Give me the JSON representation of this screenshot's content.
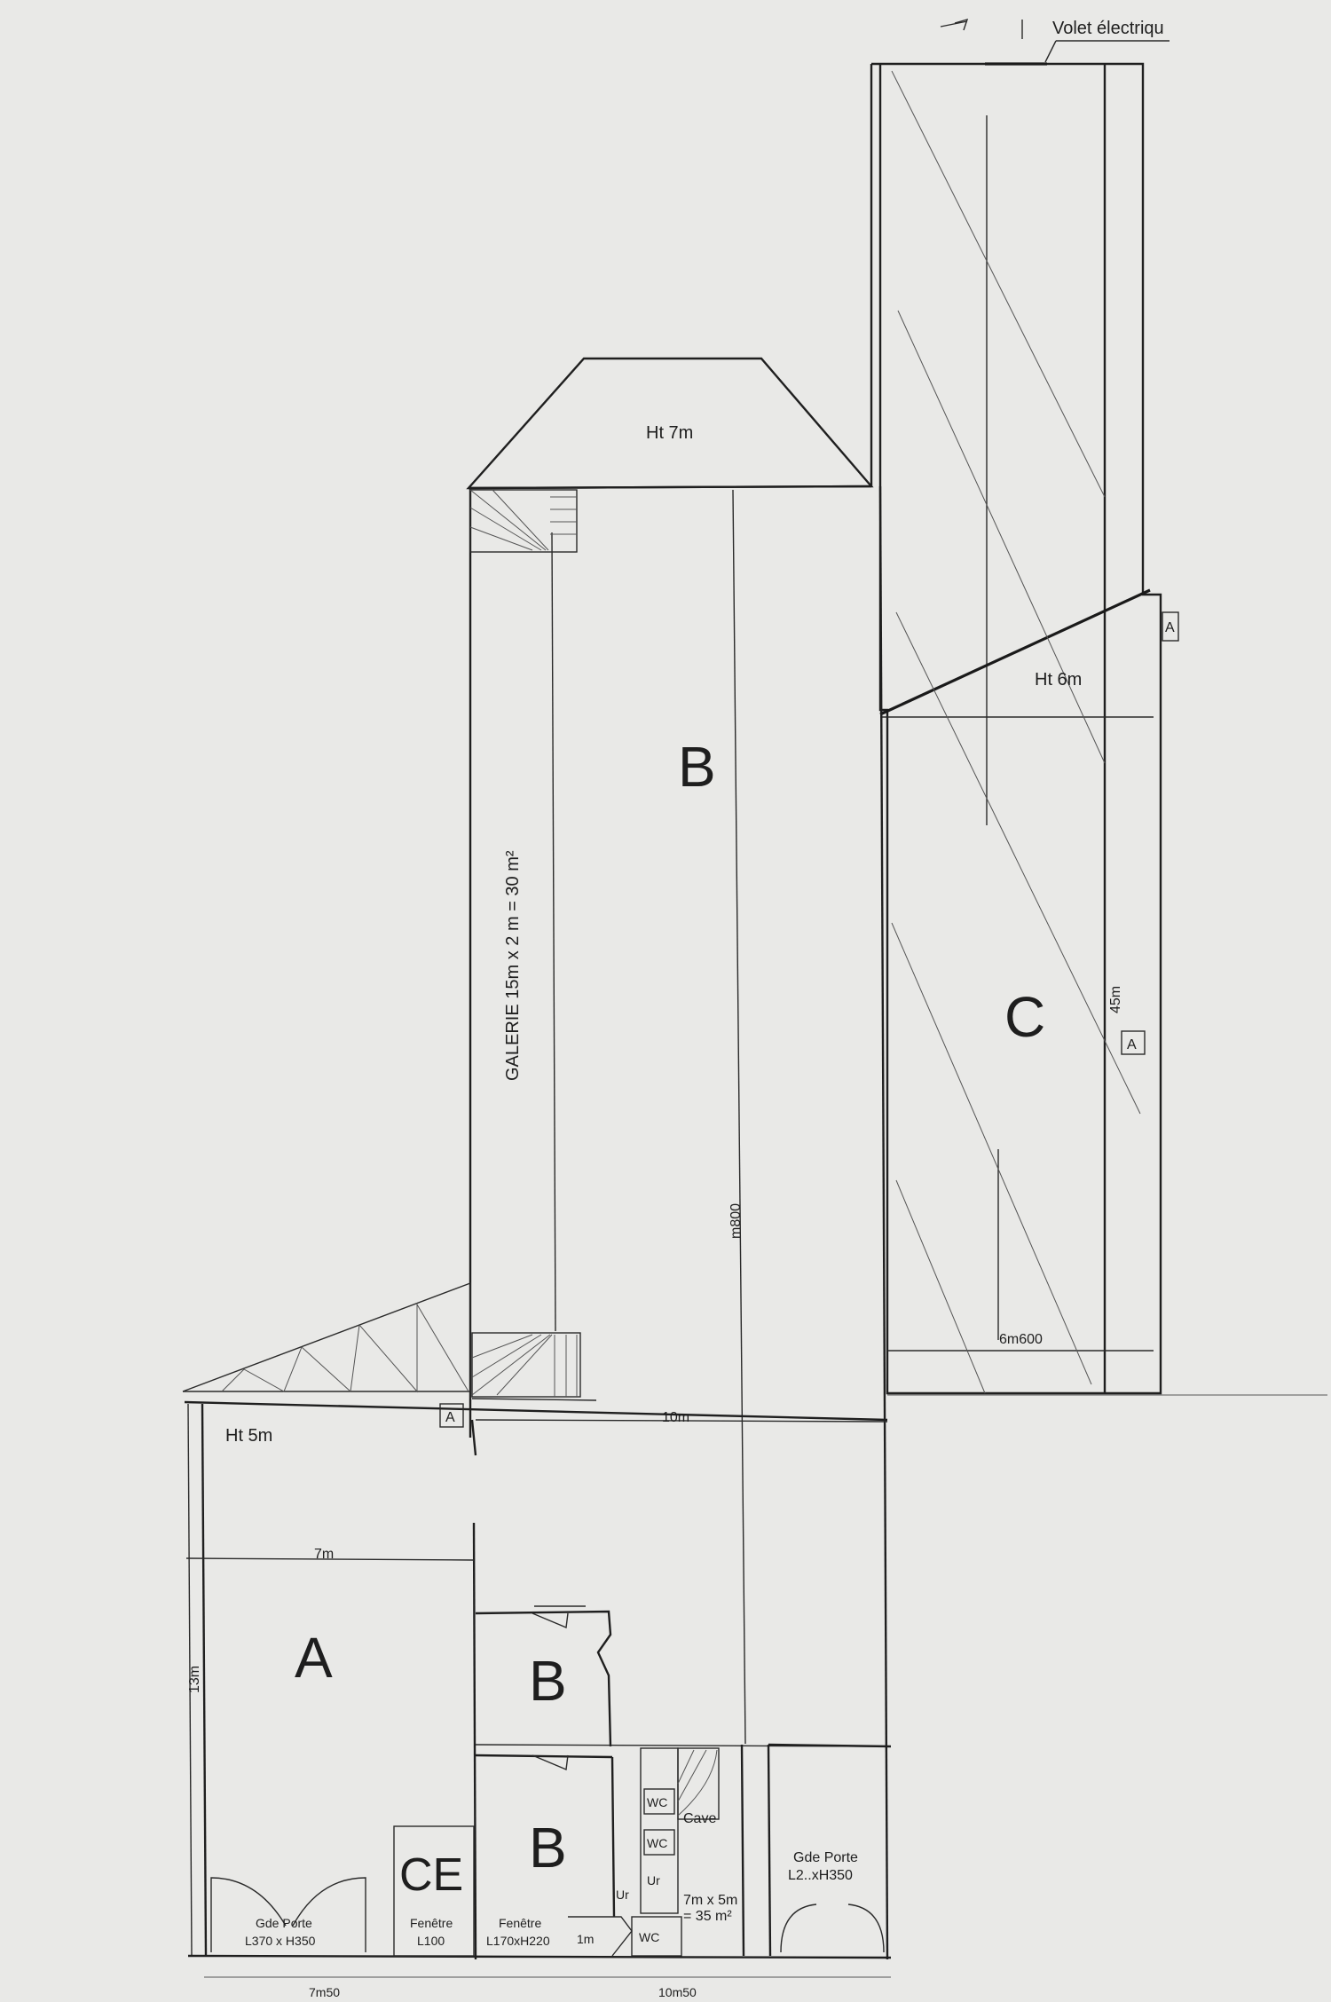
{
  "top": {
    "volet": "Volet électriqu"
  },
  "zones": {
    "a": "A",
    "b_main": "B",
    "b_upper": "B",
    "b_lower": "B",
    "c": "C",
    "ce": "CE"
  },
  "heights": {
    "b": "Ht 7m",
    "c": "Ht 6m",
    "a": "Ht 5m"
  },
  "galerie": "GALERIE 15m x 2 m = 30 m²",
  "dims": {
    "b_length": "m800",
    "c_length": "45m",
    "c_width": "6m600",
    "b_width": "10m",
    "a_width": "7m",
    "a_depth": "13m",
    "bottom_left": "7m50",
    "bottom_right": "10m50",
    "one_m": "1m"
  },
  "marks": {
    "a1": "A",
    "a2": "A",
    "a3": "A"
  },
  "rooms": {
    "wc1": "WC",
    "wc2": "WC",
    "wc3": "WC",
    "ur1": "Ur",
    "ur2": "Ur",
    "cave": "Cave",
    "cave_area_1": "7m x 5m",
    "cave_area_2": "= 35 m²"
  },
  "openings": {
    "gde_porte_left_1": "Gde Porte",
    "gde_porte_left_2": "L370 x H350",
    "fenetre1_1": "Fenêtre",
    "fenetre1_2": "L100",
    "fenetre2_1": "Fenêtre",
    "fenetre2_2": "L170xH220",
    "gde_porte_right_1": "Gde Porte",
    "gde_porte_right_2": "L2..xH350"
  }
}
